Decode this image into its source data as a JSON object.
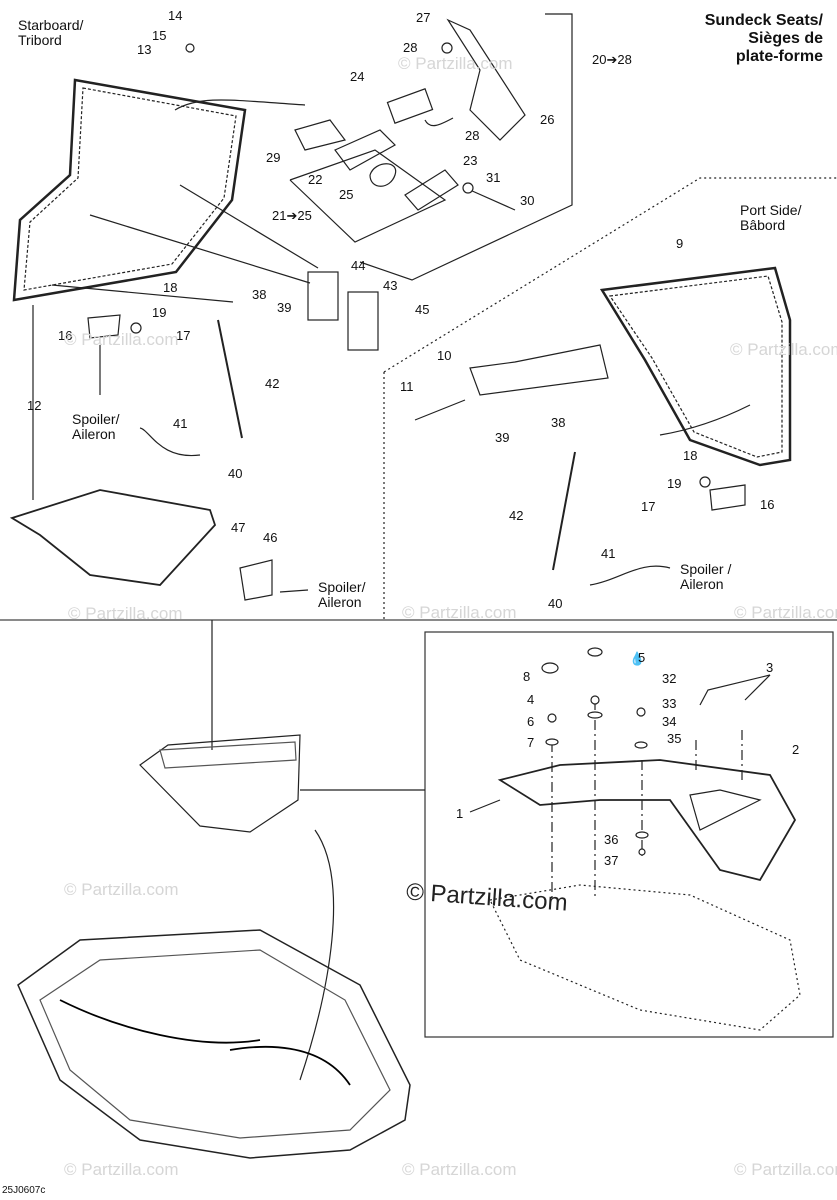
{
  "title": [
    "Sundeck Seats/",
    "Sièges de",
    "plate-forme"
  ],
  "starboard_label": [
    "Starboard/",
    "Tribord"
  ],
  "port_label": [
    "Port Side/",
    "Bâbord"
  ],
  "spoiler_labels": {
    "left": [
      "Spoiler/",
      "Aileron"
    ],
    "mid": [
      "Spoiler/",
      "Aileron"
    ],
    "right": [
      "Spoiler /",
      "Aileron"
    ]
  },
  "group_ranges": {
    "top": "20➔28",
    "sub": "21➔25"
  },
  "watermark": "© Partzilla.com",
  "watermark_big": "© Partzilla.com",
  "reference_code": "25J0607c",
  "callouts": [
    "14",
    "15",
    "13",
    "27",
    "28",
    "24",
    "28",
    "26",
    "29",
    "22",
    "25",
    "23",
    "31",
    "30",
    "9",
    "44",
    "43",
    "45",
    "18",
    "38",
    "39",
    "19",
    "16",
    "17",
    "10",
    "11",
    "38",
    "39",
    "42",
    "41",
    "40",
    "12",
    "18",
    "19",
    "17",
    "16",
    "42",
    "41",
    "40",
    "47",
    "46",
    "8",
    "5",
    "32",
    "4",
    "33",
    "6",
    "34",
    "7",
    "35",
    "3",
    "2",
    "1",
    "36",
    "37"
  ]
}
